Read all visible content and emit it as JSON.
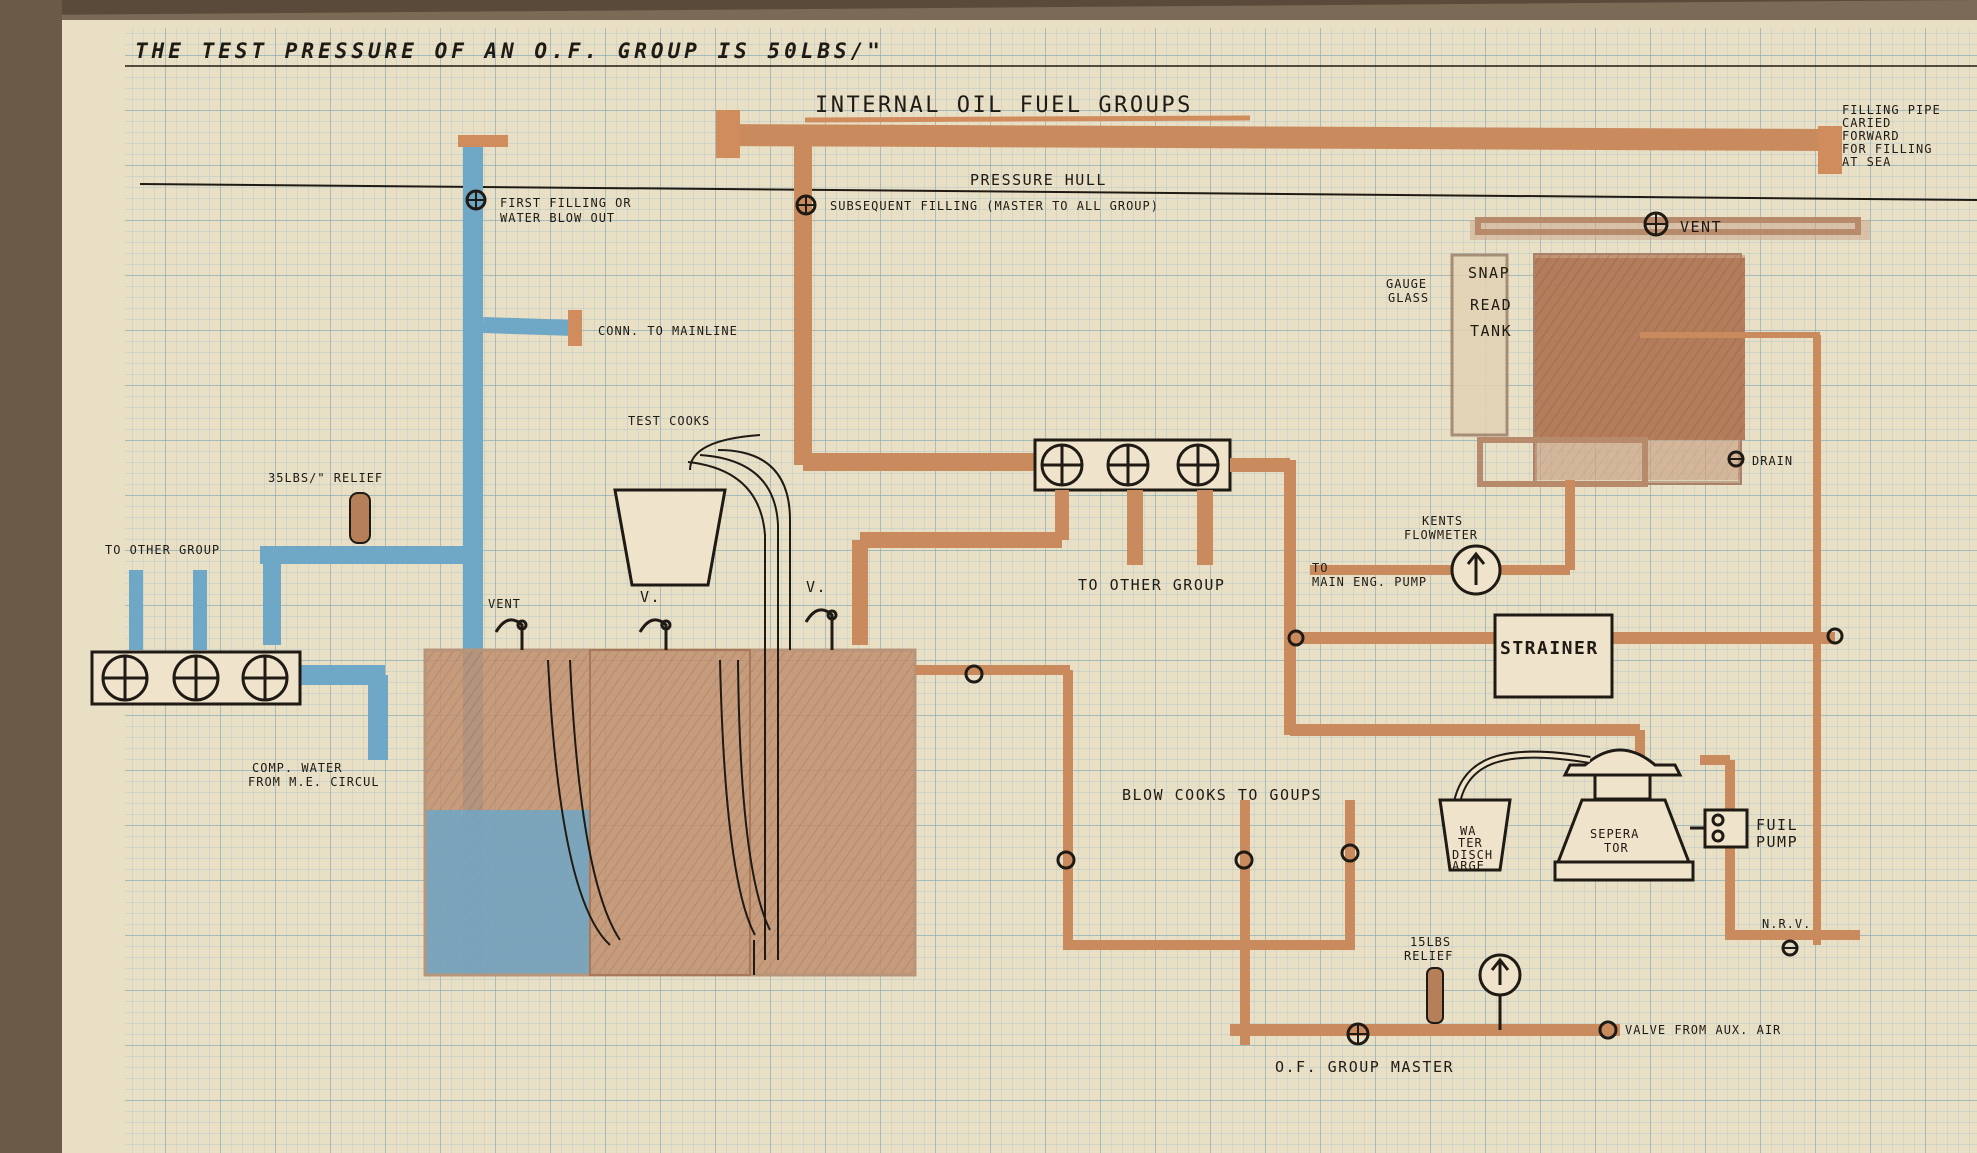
{
  "header": {
    "text": "THE TEST PRESSURE OF AN O.F. GROUP IS 50LBS/\""
  },
  "title": "INTERNAL OIL FUEL GROUPS",
  "labels": {
    "filling_pipe": [
      "FILLING PIPE",
      "CARIED",
      "FORWARD",
      "FOR FILLING",
      "AT SEA"
    ],
    "pressure_hull": "PRESSURE HULL",
    "first_filling": [
      "FIRST FILLING OR",
      "WATER BLOW OUT"
    ],
    "subsequent_filling": "SUBSEQUENT FILLING (MASTER TO ALL GROUP)",
    "vent_top": "VENT",
    "gauge_glass": [
      "GAUGE",
      "GLASS"
    ],
    "snap_tank": [
      "SNAP",
      "READ",
      "TANK"
    ],
    "conn_mainline": "CONN. TO MAINLINE",
    "test_cocks": "TEST COOKS",
    "relief_35": "35LBS/\" RELIEF",
    "to_other_group_left": "TO OTHER GROUP",
    "drain": "DRAIN",
    "kents_flowmeter": [
      "KENTS",
      "FLOWMETER"
    ],
    "to_main_eng_pump": [
      "TO",
      "MAIN ENG. PUMP"
    ],
    "to_other_group_mid": "TO OTHER GROUP",
    "vent_tank": "VENT",
    "v1": "V.",
    "v2": "V.",
    "strainer": "STRAINER",
    "comp_water": [
      "COMP. WATER",
      "FROM M.E. CIRCUL"
    ],
    "blow_cocks": "BLOW COOKS TO GOUPS",
    "water_discharge": [
      "WA",
      "TER",
      "DISCH",
      "ARGE"
    ],
    "separator": [
      "SEPERA",
      "TOR"
    ],
    "fuel_pump": [
      "FUIL",
      "PUMP"
    ],
    "nrv": "N.R.V.",
    "relief_15": [
      "15LBS",
      "RELIEF"
    ],
    "valve_aux_air": "VALVE FROM AUX. AIR",
    "of_group_master": "O.F. GROUP MASTER"
  },
  "colors": {
    "paper": "#e9dfc4",
    "grid": "#8fb8c9",
    "oil_pipe": "#c98a5e",
    "oil_fill": "#b8825e",
    "water": "#6fa7c7",
    "ink": "#1f1a14"
  }
}
